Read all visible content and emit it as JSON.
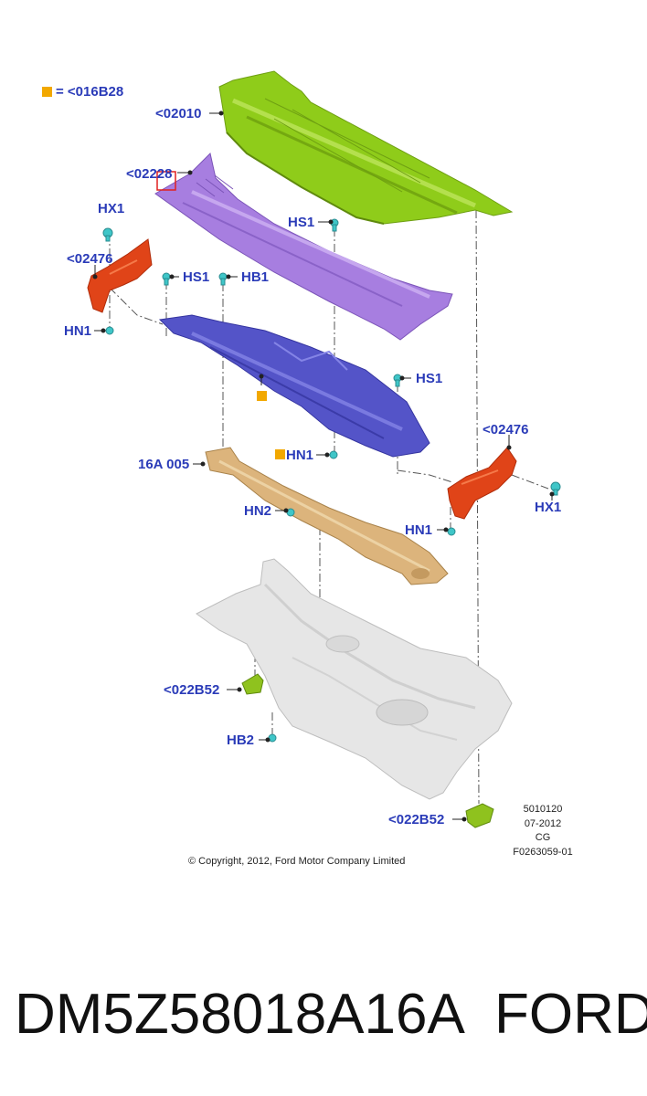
{
  "legend": {
    "symbol_color": "#f2a800",
    "text": "= <016B28"
  },
  "callouts": {
    "c02010": "<02010",
    "c02228": "<02228",
    "hx1_left": "HX1",
    "c02476_left": "<02476",
    "hs1_top": "HS1",
    "hs1_mid": "HS1",
    "hb1": "HB1",
    "hn1_left": "HN1",
    "hs1_right": "HS1",
    "hn1_center": "HN1",
    "c02476_right": "<02476",
    "c16a005": "16A 005",
    "hx1_right": "HX1",
    "hn2": "HN2",
    "hn1_right": "HN1",
    "c022b52_left": "<022B52",
    "hb2": "HB2",
    "c022b52_right": "<022B52"
  },
  "meta": [
    "5010120",
    "07-2012",
    "CG",
    "F0263059-01"
  ],
  "copyright": "© Copyright, 2012, Ford Motor Company Limited",
  "part_number": "DM5Z58018A16A",
  "brand": "FORD",
  "colors": {
    "label": "#2a3bb8",
    "cowl_top": "#8fcc1a",
    "cowl_grille": "#a77ee0",
    "cowl_panel": "#5454c8",
    "brackets": "#e04418",
    "reinforcement": "#dcb47c",
    "dash_panel": "#e6e6e6",
    "clips": "#3fc6c8",
    "small_brackets": "#8fc21e"
  }
}
